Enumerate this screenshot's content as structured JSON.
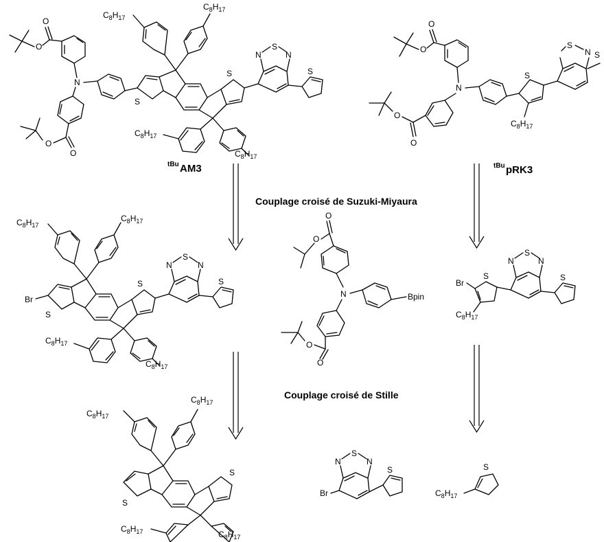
{
  "compounds": {
    "am3": {
      "name": "AM3",
      "prefix": "tBu"
    },
    "prk3": {
      "name": "pRK3",
      "prefix": "tBu"
    }
  },
  "steps": {
    "suzuki": "Couplage croisé de Suzuki-Miyaura",
    "stille": "Couplage croisé de Stille"
  },
  "atoms": {
    "alkyl": "C",
    "alkyl_sub1": "8",
    "alkyl_mid": "H",
    "alkyl_sub2": "17",
    "N": "N",
    "S": "S",
    "O": "O",
    "Br": "Br",
    "Bpin": "Bpin"
  }
}
